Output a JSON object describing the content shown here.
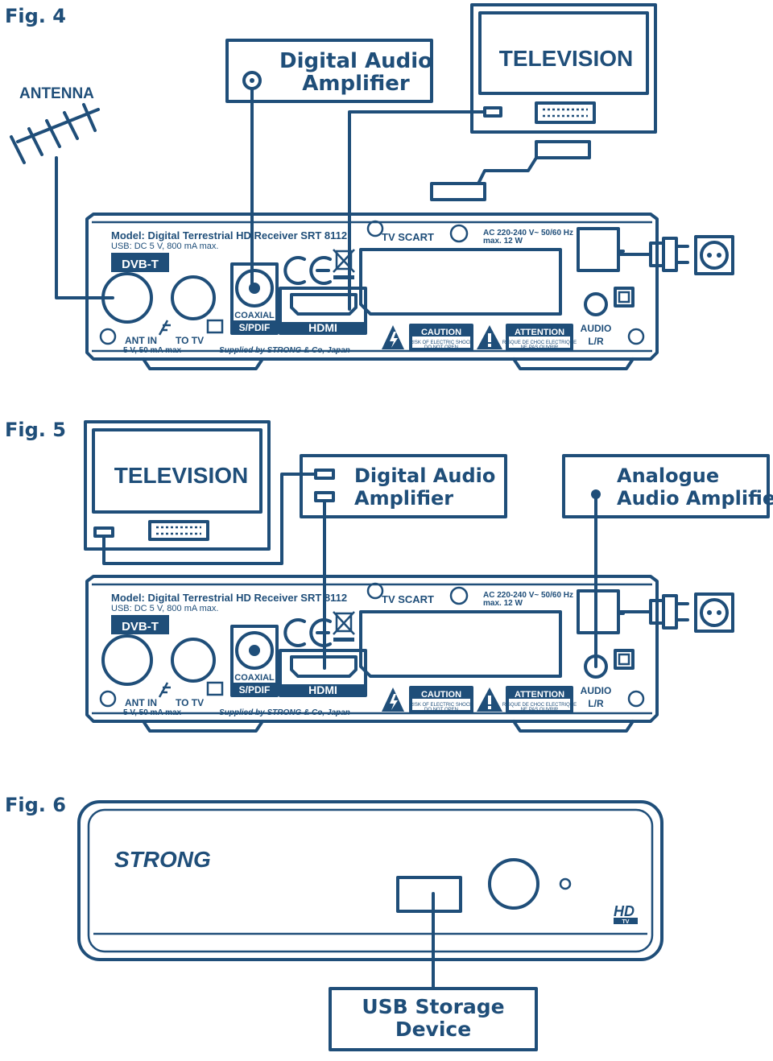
{
  "fig4": {
    "label": "Fig. 4",
    "antenna": "ANTENNA",
    "amp_line1": "Digital Audio",
    "amp_line2": "Amplifier",
    "tv": "TELEVISION"
  },
  "fig5": {
    "label": "Fig. 5",
    "tv": "TELEVISION",
    "amp_line1": "Digital Audio",
    "amp_line2": "Amplifier",
    "analog_line1": "Analogue",
    "analog_line2": "Audio Amplifier"
  },
  "panel": {
    "model": "Model: Digital Terrestrial HD Receiver SRT 8112",
    "usb": "USB: DC 5 V, 800 mA max.",
    "dvbt": "DVB-T",
    "tv_scart": "TV SCART",
    "ac_line1": "AC 220-240 V~ 50/60 Hz",
    "ac_line2": "max. 12 W",
    "coaxial": "COAXIAL",
    "spdif": "S/PDIF",
    "hdmi": "HDMI",
    "caution": "CAUTION",
    "caution_sub1": "RISK OF ELECTRIC SHOCK",
    "caution_sub2": "DO NOT OPEN",
    "attention": "ATTENTION",
    "attention_sub1": "RISQUE DE CHOC ELECTRIQUE",
    "attention_sub2": "NE PAS OUVRIR",
    "ant_in": "ANT IN",
    "to_tv": "TO TV",
    "ant_spec": "5 V, 50 mA max",
    "supplied": "Supplied by STRONG & Co, Japan",
    "audio": "AUDIO",
    "lr": "L/R"
  },
  "fig6": {
    "label": "Fig. 6",
    "brand": "STRONG",
    "hd": "HD",
    "hdtv": "TV",
    "usb_line1": "USB Storage",
    "usb_line2": "Device"
  }
}
